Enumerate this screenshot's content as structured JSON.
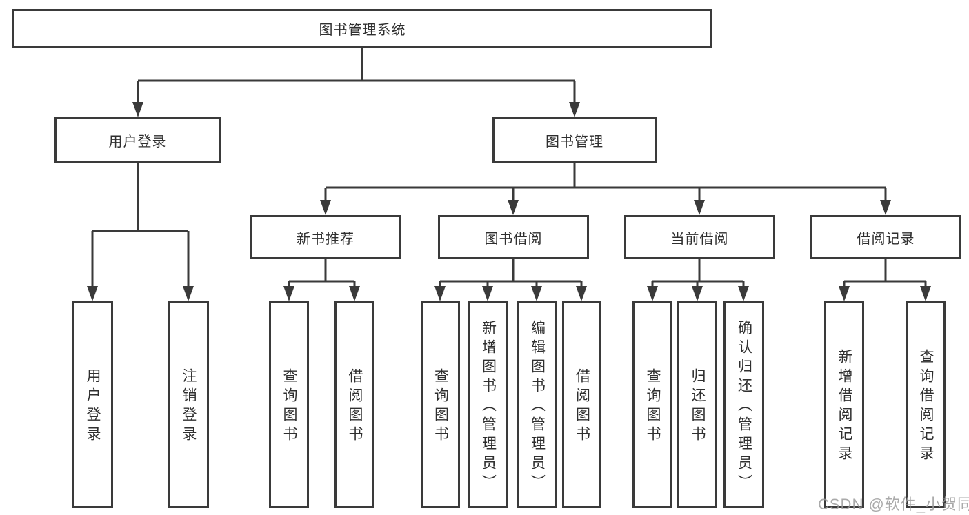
{
  "diagram": {
    "type": "hierarchy-tree",
    "watermark": "CSDN @软件_小贺同学",
    "colors": {
      "line": "#3a3a3a",
      "box_border": "#3a3a3a",
      "box_fill": "#ffffff",
      "text": "#2f2f2f",
      "watermark": "#9b9b9b",
      "background": "#ffffff"
    }
  },
  "tree": {
    "root": {
      "label": "图书管理系统"
    },
    "branches": [
      {
        "label": "用户登录",
        "children": [
          "用户登录",
          "注销登录"
        ]
      },
      {
        "label": "图书管理",
        "sections": [
          {
            "label": "新书推荐",
            "children": [
              "查询图书",
              "借阅图书"
            ]
          },
          {
            "label": "图书借阅",
            "children": [
              "查询图书",
              "新增图书（管理员）",
              "编辑图书（管理员）",
              "借阅图书"
            ]
          },
          {
            "label": "当前借阅",
            "children": [
              "查询图书",
              "归还图书",
              "确认归还（管理员）"
            ]
          },
          {
            "label": "借阅记录",
            "children": [
              "新增借阅记录",
              "查询借阅记录"
            ]
          }
        ]
      }
    ]
  }
}
